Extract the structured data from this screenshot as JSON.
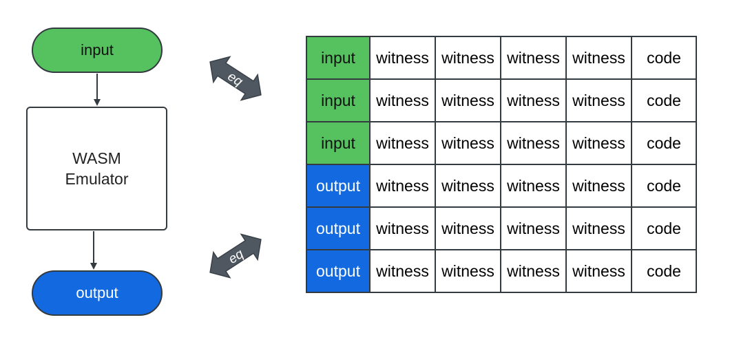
{
  "flow": {
    "input_label": "input",
    "emulator_line1": "WASM",
    "emulator_line2": "Emulator",
    "output_label": "output"
  },
  "connectors": {
    "top_eq_label": "eq",
    "bottom_eq_label": "eq"
  },
  "table": {
    "rows": [
      {
        "cells": [
          "input",
          "witness",
          "witness",
          "witness",
          "witness",
          "code"
        ],
        "kind": "input"
      },
      {
        "cells": [
          "input",
          "witness",
          "witness",
          "witness",
          "witness",
          "code"
        ],
        "kind": "input"
      },
      {
        "cells": [
          "input",
          "witness",
          "witness",
          "witness",
          "witness",
          "code"
        ],
        "kind": "input"
      },
      {
        "cells": [
          "output",
          "witness",
          "witness",
          "witness",
          "witness",
          "code"
        ],
        "kind": "output"
      },
      {
        "cells": [
          "output",
          "witness",
          "witness",
          "witness",
          "witness",
          "code"
        ],
        "kind": "output"
      },
      {
        "cells": [
          "output",
          "witness",
          "witness",
          "witness",
          "witness",
          "code"
        ],
        "kind": "output"
      }
    ]
  },
  "colors": {
    "input": "#55c25f",
    "output": "#136ae0",
    "stroke": "#333a40",
    "connector": "#4f5761"
  }
}
